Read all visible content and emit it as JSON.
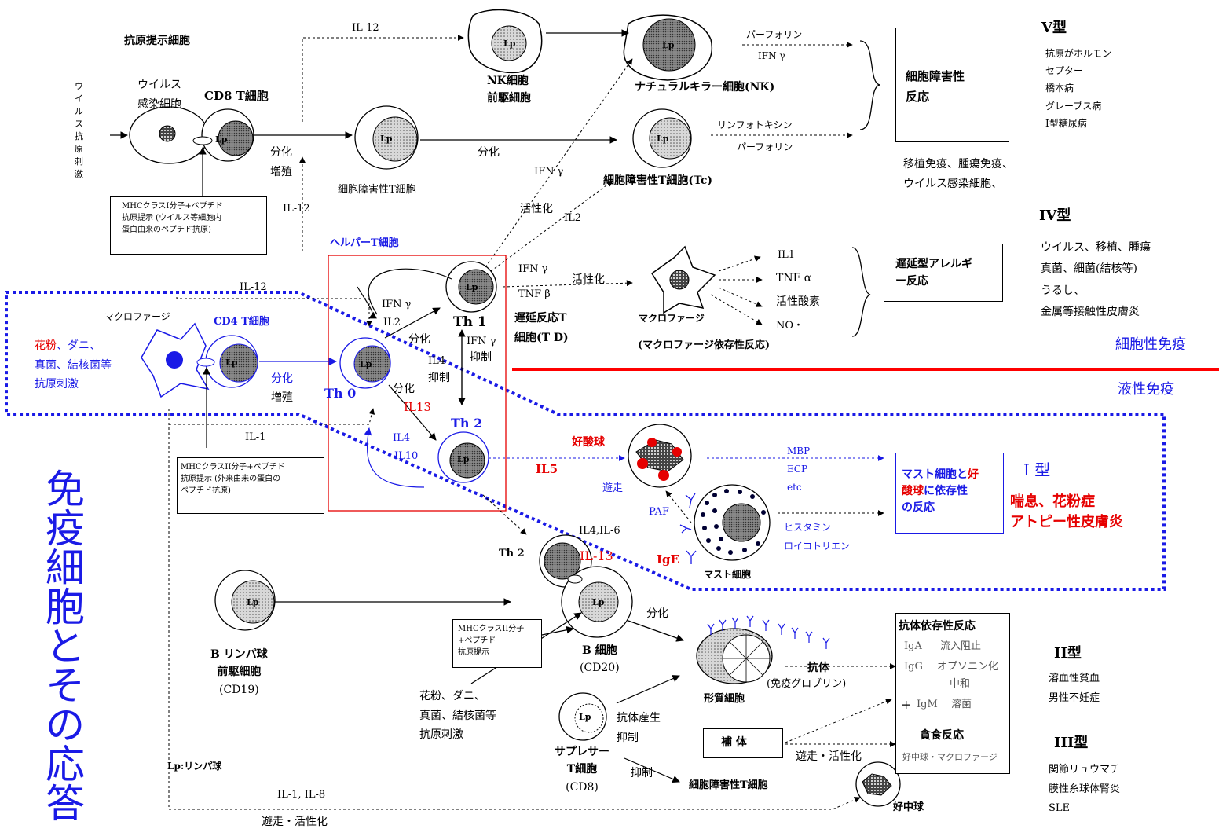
{
  "title": "免疫細胞とその応答",
  "antigen_presenting": "抗原提示細胞",
  "virus_stim": "ウイルス抗原刺激",
  "virus_infected": [
    "ウイルス",
    "感染細胞"
  ],
  "cd8_t": "CD8 T細胞",
  "lp": "Lp",
  "bunka": "分化",
  "zoushoku": "増殖",
  "il12": "IL-12",
  "nk_pre": [
    "NK細胞",
    "前駆細胞"
  ],
  "nk": "ナチュラルキラー細胞(NK)",
  "perforin": "パーフォリン",
  "ifn_g": "IFN γ",
  "lymphotoxin": "リンフォトキシン",
  "ctl_pre": "細胞障害性T細胞",
  "ctl": "細胞障害性T細胞(Tc)",
  "il2": "IL2",
  "kasseika": "活性化",
  "cytotoxic": [
    "細胞障害性",
    "反応"
  ],
  "type5": {
    "title": "V型",
    "items": [
      "抗原がホルモン",
      "セプター",
      "橋本病",
      "グレーブス病",
      "I型糖尿病"
    ]
  },
  "type5_examples": [
    "移植免疫、腫瘍免疫、",
    "ウイルス感染細胞、"
  ],
  "type4": {
    "title": "IV型",
    "items": [
      "ウイルス、移植、腫瘍",
      "真菌、細菌(結核等)",
      "うるし、",
      "金属等接触性皮膚炎"
    ]
  },
  "mhc1": [
    "MHCクラスI分子+ペプチド",
    "抗原提示 (ウイルス等細胞内",
    "蛋白由来のペプチド抗原)"
  ],
  "helper_t": "ヘルパーT細胞",
  "tnf_b": "TNF β",
  "dth": [
    "遅延反応T",
    "細胞(T D)"
  ],
  "macrophage": "マクロファージ",
  "macro_dep": "(マクロファージ依存性反応)",
  "mediators": [
    "IL1",
    "TNF α",
    "活性酸素",
    "NO・"
  ],
  "delayed_allergy": [
    "遅延型アレルギ",
    "ー反応"
  ],
  "cellular": "細胞性免疫",
  "humoral": "液性免疫",
  "antigen_stim": [
    "花粉",
    "、ダニ、",
    "真菌、結核菌等",
    "抗原刺激"
  ],
  "cd4_t": "CD4 T細胞",
  "th0": "Th 0",
  "th1": "Th 1",
  "th2": "Th 2",
  "il2_label": "IL2",
  "il4": "IL4",
  "il13": "IL13",
  "il10": "IL10",
  "il1": "IL-1",
  "yokusei": "抑制",
  "mhc2": [
    "MHCクラスII分子+ペプチド",
    "抗原提示 (外来由来の蛋白の",
    "ペプチド抗原)"
  ],
  "eosinophil": "好酸球",
  "il5": "IL5",
  "souso": "遊走",
  "paf": "PAF",
  "ige": "IgE",
  "mast": "マスト細胞",
  "mbp": [
    "MBP",
    "ECP",
    "etc"
  ],
  "histamine": [
    "ヒスタミン",
    "ロイコトリエン"
  ],
  "type1_box": [
    "マスト細胞と",
    "好",
    "酸球",
    "に依存性",
    "の反応"
  ],
  "type1": {
    "title": "I 型",
    "items": [
      "喘息、花粉症",
      "アトピー性皮膚炎"
    ]
  },
  "il4_il6": "IL4,IL-6",
  "il13b": "IL-13",
  "b_pre": [
    "B リンパ球",
    "前駆細胞",
    "(CD19)"
  ],
  "mhc2b": [
    "MHCクラスII分子",
    "+ペプチド",
    "抗原提示"
  ],
  "b_cell": [
    "B 細胞",
    "(CD20)"
  ],
  "antigen_stim2": [
    "花粉、ダニ、",
    "真菌、結核菌等",
    "抗原刺激"
  ],
  "plasma": "形質細胞",
  "antibody": [
    "抗体",
    "(免疫グロブリン)"
  ],
  "suppressor": [
    "サプレサー",
    "T細胞",
    "(CD8)"
  ],
  "suppress_labels": [
    "抗体産生",
    "抑制",
    "抑制"
  ],
  "ctl2": "細胞障害性T細胞",
  "ab_dep": {
    "title": "抗体依存性反応",
    "rows": [
      [
        "IgA",
        "流入阻止"
      ],
      [
        "IgG",
        "オプソニン化"
      ],
      [
        "",
        "中和"
      ],
      [
        "IgM",
        "溶菌"
      ]
    ],
    "plus": "+",
    "phago": "貪食反応",
    "phago_cells": "好中球・マクロファージ"
  },
  "complement": "補 体",
  "migrate_act": "遊走・活性化",
  "neutrophil": "好中球",
  "lp_note": "Lp:リンパ球",
  "il1_il8": "IL-1, IL-8",
  "type2": {
    "title": "II型",
    "items": [
      "溶血性貧血",
      "男性不妊症"
    ]
  },
  "type3": {
    "title": "III型",
    "items": [
      "関節リュウマチ",
      "膜性糸球体腎炎",
      "SLE"
    ]
  }
}
